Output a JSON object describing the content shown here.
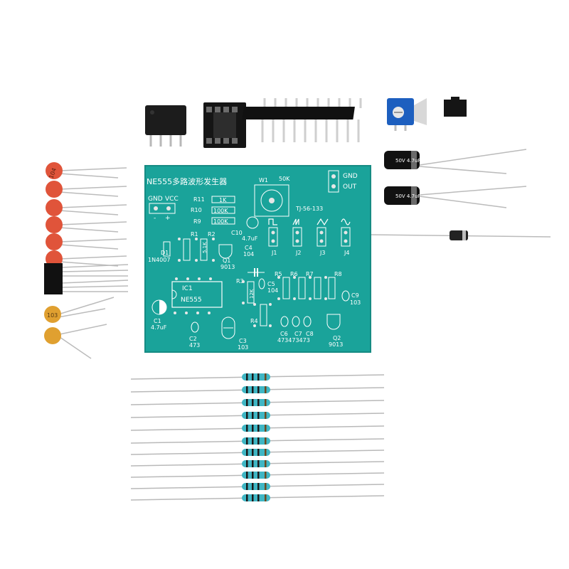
{
  "board": {
    "title": "NE555多路波形发生器",
    "power_gnd": "GND",
    "power_vcc": "VCC",
    "power_minus": "-",
    "power_plus": "+",
    "out_gnd": "GND",
    "out_out": "OUT",
    "pot_label": "W1",
    "pot_value": "50K",
    "pot_model": "TJ-56-133",
    "r11": "R11",
    "r11_val": "1K",
    "r10": "R10",
    "r10_val": "100K",
    "r9": "R9",
    "r9_val": "100K",
    "r1": "R1",
    "r2": "R2",
    "r2_val": "5.1K",
    "c10": "C10",
    "c10_val": "4.7uF",
    "c4": "C4",
    "c4_val": "104",
    "d1": "D1",
    "d1_val": "1N4007",
    "q1": "Q1",
    "q1_val": "9013",
    "j1": "J1",
    "j2": "J2",
    "j3": "J3",
    "j4": "J4",
    "r3": "R3",
    "r3_val": "12K",
    "r5": "R5",
    "r6": "R6",
    "r7": "R7",
    "r8": "R8",
    "c5": "C5",
    "c5_val": "104",
    "c9": "C9",
    "c9_val": "103",
    "ic1": "IC1",
    "ic1_val": "NE555",
    "c1": "C1",
    "c1_val": "4.7uF",
    "r4": "R4",
    "c2": "C2",
    "c2_val": "473",
    "c3": "C3",
    "c3_val": "103",
    "c6": "C6",
    "c7": "C7",
    "c8": "C8",
    "c678_val": "473473473",
    "q2": "Q2",
    "q2_val": "9013"
  },
  "parts": {
    "ceramic_cap_marking": "104",
    "yellow_cap_marking": "103",
    "electrolytic_marking": "50V 4.7uF"
  },
  "colors": {
    "pcb": "#1aa39a",
    "resistor_body": "#3fb6c4",
    "ceramic_cap": "#e0543a",
    "yellow_cap": "#e0a030"
  }
}
